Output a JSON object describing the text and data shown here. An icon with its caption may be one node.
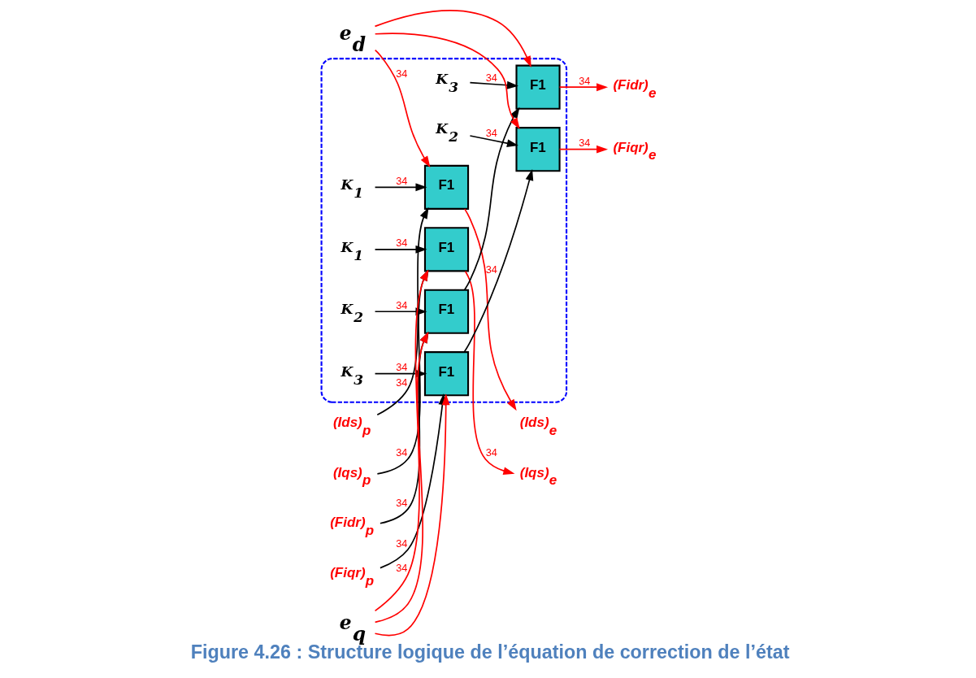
{
  "diagram": {
    "caption": "Figure 4.26 : Structure logique de l’équation de correction de l’état",
    "nodes": [
      {
        "text": [],
        "shape": "box"
      },
      {
        "text": [
          "(Ids)$_{p}$"
        ]
      },
      {
        "text": [
          "(Iqs)$_{p}$"
        ]
      },
      {
        "text": [
          "(Fidr)$_{p}$"
        ]
      },
      {
        "text": [
          "(Fiqr)$_{p}$"
        ]
      },
      {
        "text": [
          "e$_{d}$"
        ]
      },
      {
        "text": [
          "F1"
        ],
        "in": 0
      },
      {
        "text": [
          "K$_{1}$"
        ],
        "in": 0
      },
      {
        "text": [
          "(Ids)$_{e}$"
        ]
      },
      {
        "text": [
          "e$_{q}$"
        ]
      },
      {
        "text": [
          "F1"
        ],
        "in": 0
      },
      {
        "text": [
          "K$_{1}$"
        ],
        "in": 0
      },
      {
        "text": [
          "(Iqs)$_{e}$"
        ]
      },
      {
        "text": [
          "F1"
        ],
        "in": 0
      },
      {
        "text": [
          "K$_{2}$"
        ],
        "in": 0
      },
      {
        "text": [
          "F1"
        ],
        "in": 0
      },
      {
        "text": [
          "K$_{3}$"
        ],
        "in": 0
      },
      {
        "text": [
          "(Fidr)$_{e}$"
        ]
      },
      {
        "text": [
          "F1"
        ],
        "in": 0
      },
      {
        "text": [
          "K$_{3}$"
        ],
        "in": 0
      },
      {
        "text": [
          "F1"
        ],
        "in": 0
      },
      {
        "text": [
          "K$_{2}$"
        ],
        "in": 0
      },
      {
        "text": [
          "(Fiqr)$_{e}$"
        ]
      }
    ],
    "edges": [
      {
        "from": 1,
        "to": 6,
        "arrow": "to",
        "label": "34"
      },
      {
        "from": 2,
        "to": 10,
        "arrow": "to",
        "label": "34"
      },
      {
        "from": 3,
        "to": 13,
        "arrow": "to",
        "label": "34"
      },
      {
        "from": 4,
        "to": 18,
        "arrow": "to",
        "label": "34"
      },
      {
        "from": 5,
        "to": 6,
        "arrow": "to",
        "label": "34",
        "color": "#ff0000"
      },
      {
        "from": 5,
        "to": 15,
        "arrow": "to",
        "color": "#ff0000"
      },
      {
        "from": 5,
        "to": 20,
        "arrow": "to",
        "color": "#ff0000"
      },
      {
        "from": 7,
        "to": 6,
        "arrow": "to",
        "label": "34"
      },
      {
        "from": 6,
        "to": 8,
        "arrow": "to",
        "label": "34",
        "color": "#ff0000"
      },
      {
        "from": 9,
        "to": 10,
        "arrow": "to",
        "label": "34",
        "color": "#ff0000"
      },
      {
        "from": 9,
        "to": 13,
        "arrow": "to",
        "color": "#ff0000"
      },
      {
        "from": 9,
        "to": 18,
        "arrow": "to",
        "color": "#ff0000"
      },
      {
        "from": 11,
        "to": 10,
        "arrow": "to",
        "label": "34"
      },
      {
        "from": 10,
        "to": 12,
        "arrow": "to",
        "label": "34",
        "color": "#ff0000"
      },
      {
        "from": 14,
        "to": 13,
        "arrow": "to",
        "label": "34"
      },
      {
        "from": 13,
        "to": 15,
        "arrow": "to"
      },
      {
        "from": 16,
        "to": 15,
        "arrow": "to",
        "label": "34"
      },
      {
        "from": 15,
        "to": 17,
        "arrow": "to",
        "label": "34",
        "color": "#ff0000"
      },
      {
        "from": 19,
        "to": 18,
        "arrow": "to",
        "label": "34"
      },
      {
        "from": 18,
        "to": 20,
        "arrow": "to"
      },
      {
        "from": 21,
        "to": 20,
        "arrow": "to",
        "label": "34"
      },
      {
        "from": 20,
        "to": 22,
        "arrow": "to",
        "label": "34",
        "color": "#ff0000"
      }
    ]
  }
}
